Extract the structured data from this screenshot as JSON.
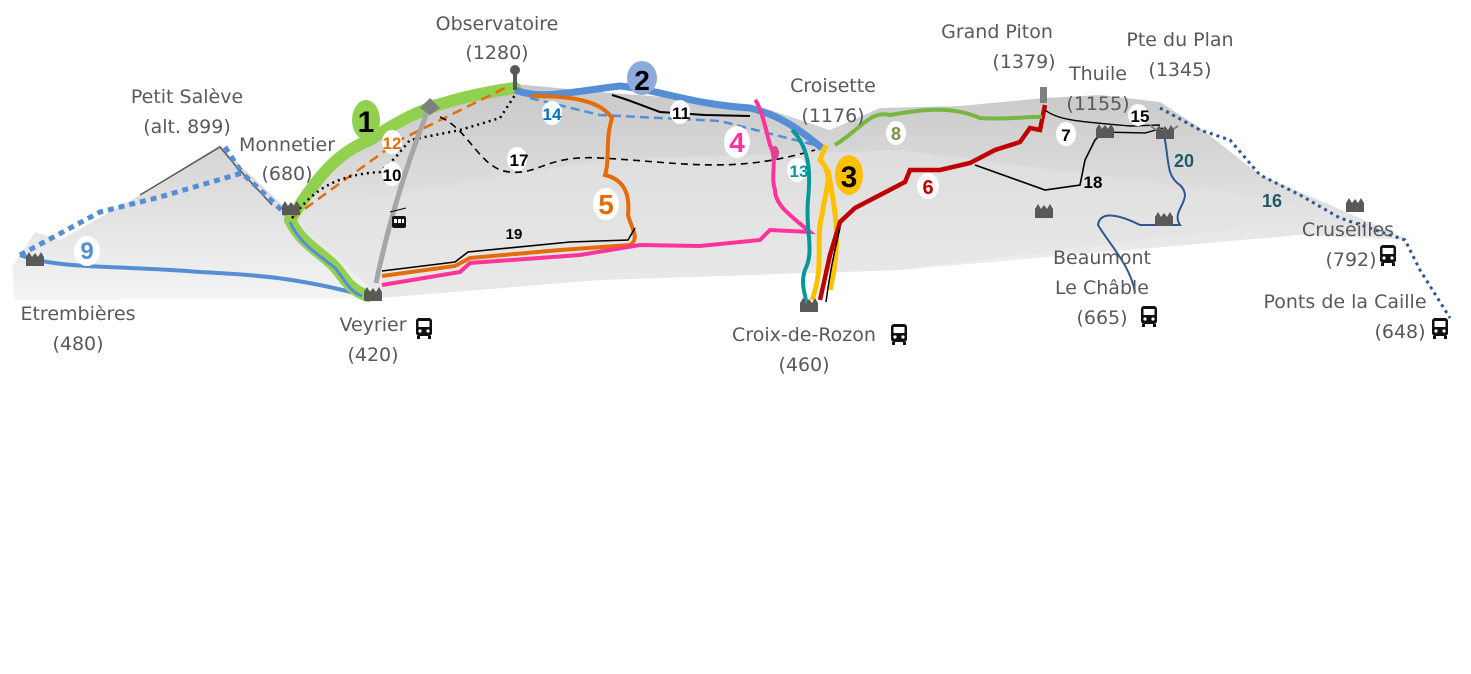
{
  "places": [
    {
      "name": "Observatoire",
      "alt": "(1280)"
    },
    {
      "name": "Petit Salève",
      "alt": "(alt. 899)"
    },
    {
      "name": "Monnetier",
      "alt": "(680)"
    },
    {
      "name": "Etrembières",
      "alt": "(480)"
    },
    {
      "name": "Veyrier",
      "alt": "(420)"
    },
    {
      "name": "Croisette",
      "alt": "(1176)"
    },
    {
      "name": "Croix-de-Rozon",
      "alt": "(460)"
    },
    {
      "name": "Grand Piton",
      "alt": "(1379)"
    },
    {
      "name": "Thuile",
      "alt": "(1155)"
    },
    {
      "name": "Pte du Plan",
      "alt": "(1345)"
    },
    {
      "name": "Beaumont",
      "alt": "Le Châble"
    },
    {
      "name": "(665)",
      "alt": ""
    },
    {
      "name": "Cruseilles",
      "alt": "(792)"
    },
    {
      "name": "Ponts de la Caille",
      "alt": "(648)"
    }
  ],
  "routes": [
    {
      "number": "1",
      "color": "#92d050"
    },
    {
      "number": "2",
      "color": "#558ed5"
    },
    {
      "number": "3",
      "color": "#ffc000"
    },
    {
      "number": "4",
      "color": "#ff3399"
    },
    {
      "number": "5",
      "color": "#e46c0a"
    },
    {
      "number": "6",
      "color": "#c00000"
    },
    {
      "number": "7",
      "color": "#000000"
    },
    {
      "number": "8",
      "color": "#77933c"
    },
    {
      "number": "9",
      "color": "#558ed5"
    },
    {
      "number": "10",
      "color": "#000000"
    },
    {
      "number": "11",
      "color": "#000000"
    },
    {
      "number": "12",
      "color": "#e46c0a"
    },
    {
      "number": "13",
      "color": "#009999"
    },
    {
      "number": "14",
      "color": "#0070c0"
    },
    {
      "number": "15",
      "color": "#000000"
    },
    {
      "number": "16",
      "color": "#215968"
    },
    {
      "number": "17",
      "color": "#000000"
    },
    {
      "number": "18",
      "color": "#000000"
    },
    {
      "number": "19",
      "color": "#000000"
    },
    {
      "number": "20",
      "color": "#215968"
    }
  ],
  "icons": [
    "bus-icon",
    "village-icon",
    "cable-car-icon",
    "observatory-icon",
    "tower-icon"
  ]
}
